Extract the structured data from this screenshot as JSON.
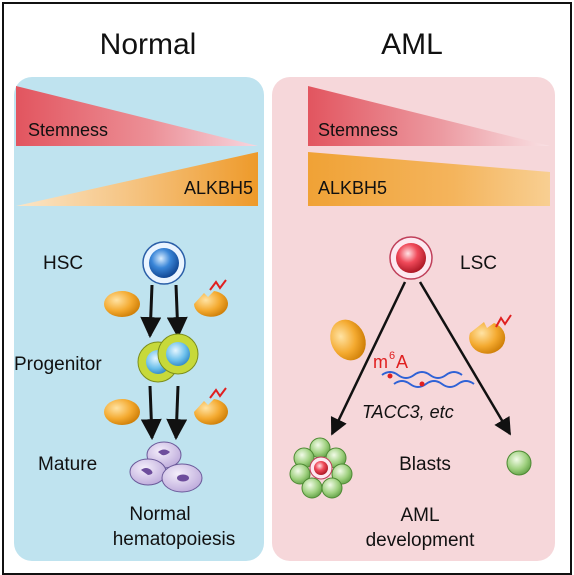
{
  "titles": {
    "normal": "Normal",
    "aml": "AML"
  },
  "normal_panel": {
    "stemness_label": "Stemness",
    "alkbh5_label": "ALKBH5",
    "stages": [
      "HSC",
      "Progenitor",
      "Mature"
    ],
    "outcome": [
      "Normal",
      "hematopoiesis"
    ]
  },
  "aml_panel": {
    "stemness_label": "Stemness",
    "alkbh5_label": "ALKBH5",
    "stem_cell_label": "LSC",
    "modification": {
      "base": "m",
      "superscript": "6",
      "letter": "A"
    },
    "target_label": "TACC3, etc",
    "blasts_label": "Blasts",
    "outcome": [
      "AML",
      "development"
    ]
  },
  "colors": {
    "normal_bg": "#bfe3ef",
    "aml_bg": "#f6d7da",
    "stemness": "#e2555f",
    "alkbh5": "#f0a236",
    "m6a": "#e02020",
    "rna": "#2f62d6"
  }
}
